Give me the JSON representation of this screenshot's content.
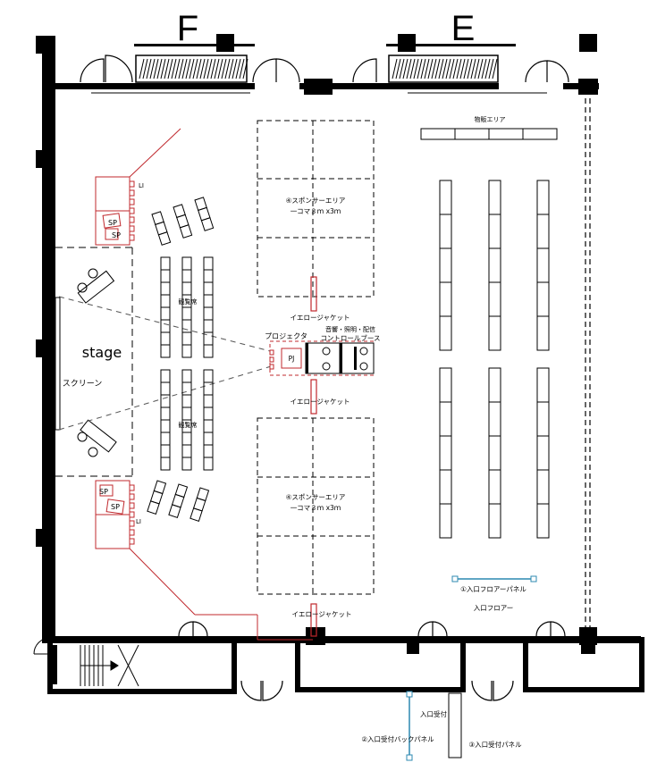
{
  "hall_letters": {
    "left": "F",
    "right": "E"
  },
  "stage": {
    "label": "stage",
    "screen_label": "スクリーン"
  },
  "seating_label": "観覧席",
  "speaker_label": "SP",
  "light_label": "LI",
  "projector": {
    "label": "プロジェクタ",
    "short": "PJ"
  },
  "control_booth": {
    "line1": "音響・照明・配信",
    "line2": "コントロールブース"
  },
  "yellow_jacket_label": "イエロージャケット",
  "sponsor_area": {
    "line1": "④スポンサーエリア",
    "line2": "一コマ３ｍ x3ｍ"
  },
  "goods_area_label": "物販エリア",
  "entrance_floor_label": "入口フロアー",
  "entrance_floor_panel_label": "①入口フロアーパネル",
  "reception_label": "入口受付",
  "reception_back_panel_label": "②入口受付バックパネル",
  "reception_panel_label": "③入口受付パネル"
}
